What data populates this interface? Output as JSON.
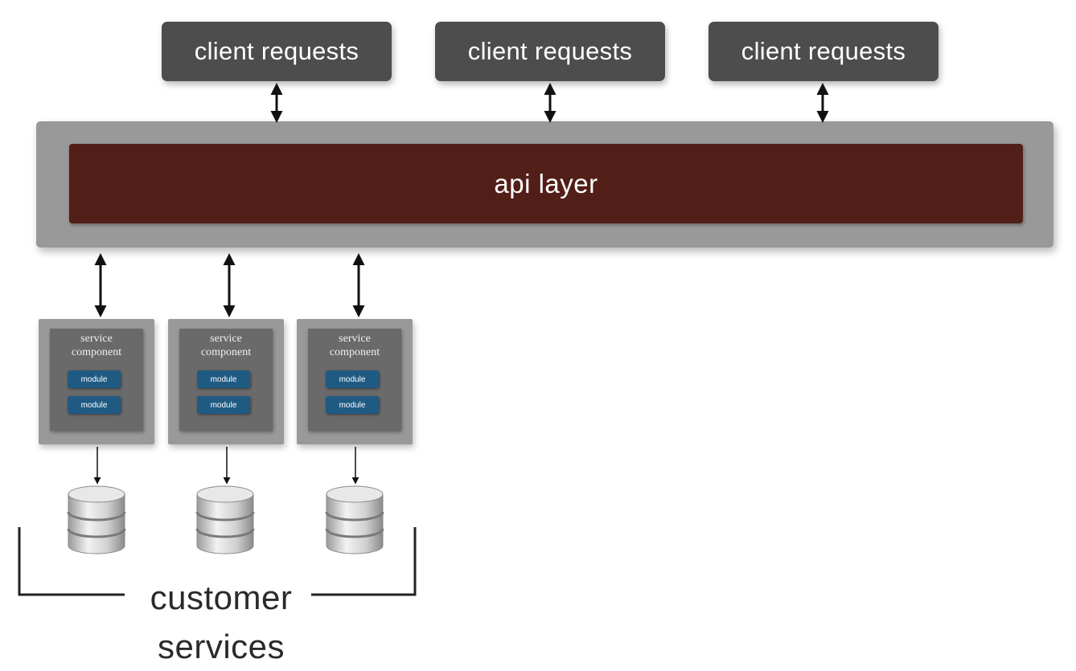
{
  "client_requests": [
    "client requests",
    "client requests",
    "client requests"
  ],
  "api_layer": {
    "label": "api layer",
    "colors": {
      "outer": "#999999",
      "inner": "#521e18"
    }
  },
  "service_components": [
    {
      "title": "service\ncomponent",
      "modules": [
        "module",
        "module"
      ]
    },
    {
      "title": "service\ncomponent",
      "modules": [
        "module",
        "module"
      ]
    },
    {
      "title": "service\ncomponent",
      "modules": [
        "module",
        "module"
      ]
    }
  ],
  "databases": [
    "database-icon",
    "database-icon",
    "database-icon"
  ],
  "group_label": {
    "line1": "customer",
    "line2": "services"
  },
  "colors": {
    "client_box": "#4d4d4d",
    "module": "#1f5a82",
    "arrow": "#111111"
  }
}
